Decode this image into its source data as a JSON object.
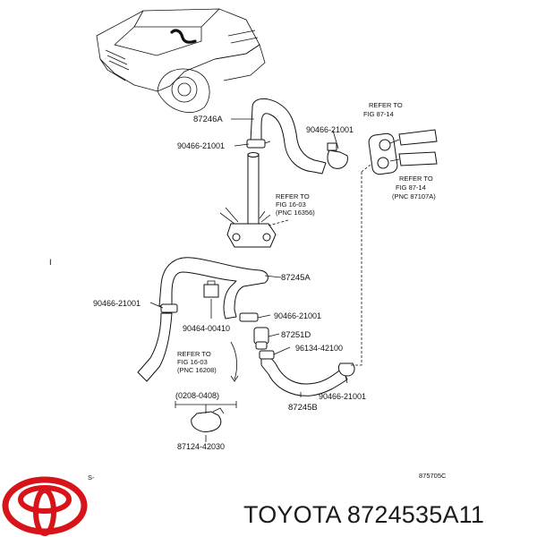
{
  "diagram": {
    "part_labels": {
      "p87246A": "87246A",
      "p90466_top_left": "90466-21001",
      "p90466_top_right": "90466-21001",
      "p87245A": "87245A",
      "p90466_mid_left": "90466-21001",
      "p90464": "90464-00410",
      "p90466_mid_right": "90466-21001",
      "p87251D": "87251D",
      "p96134": "96134-42100",
      "p90466_bottom": "90466-21001",
      "p87245B": "87245B",
      "p87124": "87124-42030"
    },
    "refs": {
      "ref_87_14_top": [
        "REFER TO",
        "FIG 87-14"
      ],
      "ref_87_14_bottom": [
        "REFER TO",
        "FIG  87-14",
        "(PNC 87107A)"
      ],
      "ref_16_03_top": [
        "REFER TO",
        "FIG 16-03",
        "(PNC 16356)"
      ],
      "ref_16_03_bottom": [
        "REFER TO",
        "FIG 16-03",
        "(PNC 16208)"
      ]
    },
    "date_range": "(0208-0408)",
    "corner_left": "S-",
    "corner_right": "875705C",
    "side_mark": "I"
  },
  "caption": {
    "brand_part": "TOYOTA 8724535A11"
  },
  "colors": {
    "logo_red": "#d7141a",
    "line": "#111111"
  }
}
